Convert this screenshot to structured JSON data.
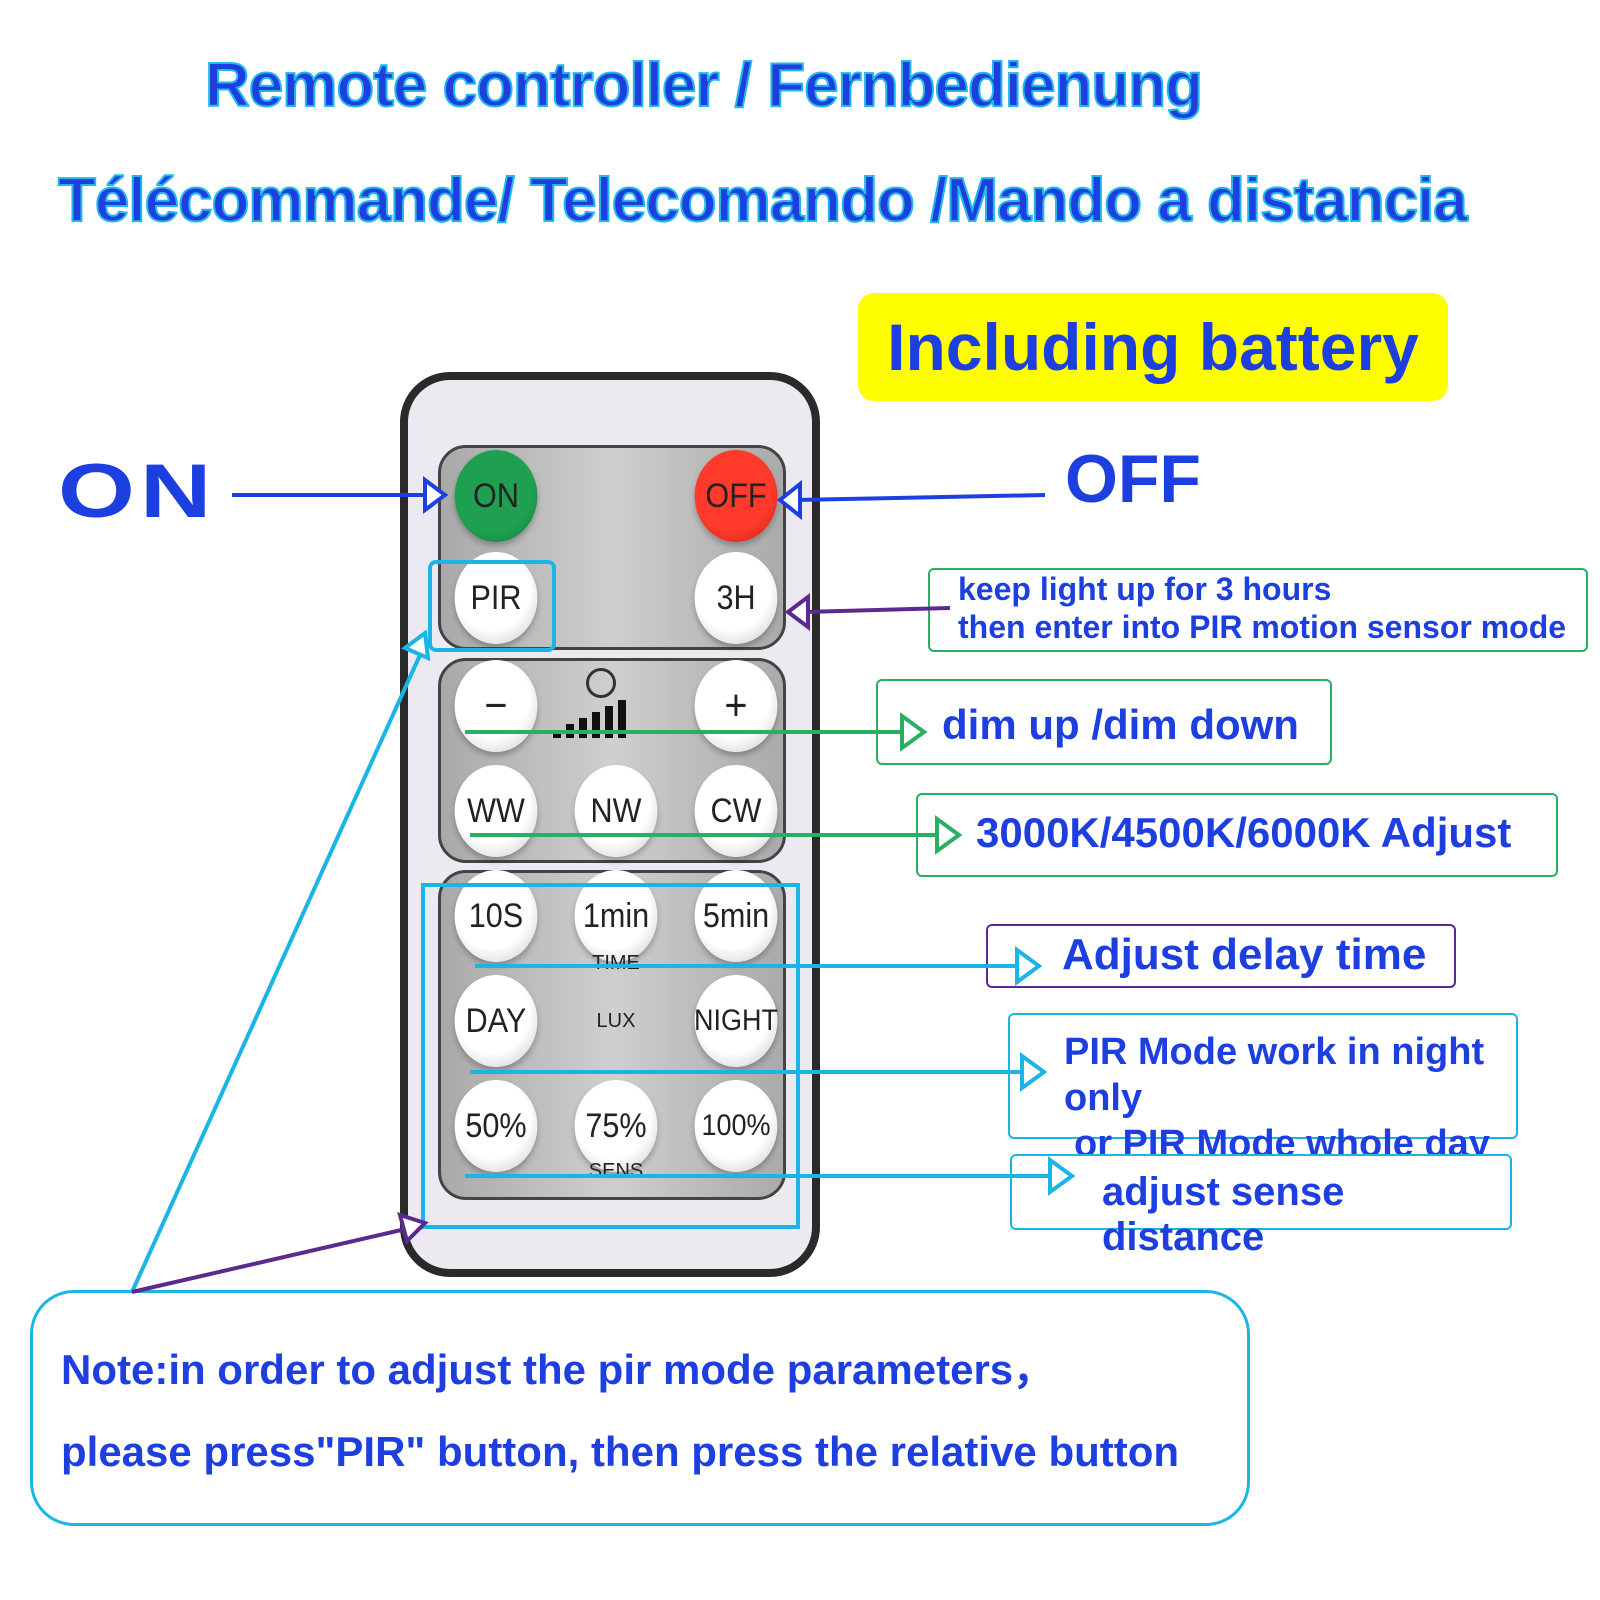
{
  "title_line1": "Remote controller / Fernbedienung",
  "title_line2": "Télécommande/ Telecomando /Mando a distancia",
  "badge": "Including battery",
  "on_label": "ON",
  "off_label": "OFF",
  "remote": {
    "buttons": {
      "on": "ON",
      "off": "OFF",
      "pir": "PIR",
      "3h": "3H",
      "minus": "−",
      "plus": "+",
      "ww": "WW",
      "nw": "NW",
      "cw": "CW",
      "10s": "10S",
      "1min": "1min",
      "5min": "5min",
      "day": "DAY",
      "night": "NIGHT",
      "50": "50%",
      "75": "75%",
      "100": "100%"
    },
    "labels": {
      "time": "TIME",
      "lux": "LUX",
      "sens": "SENS"
    },
    "icons": [
      "brightness-icon",
      "level-bars-icon"
    ]
  },
  "callouts": {
    "3h_line1": "keep light up for 3 hours",
    "3h_line2": "then enter into PIR motion sensor mode",
    "dim": "dim up /dim down",
    "cct": "3000K/4500K/6000K Adjust",
    "delay": "Adjust delay time",
    "lux_line1": "PIR Mode work in night only",
    "lux_line2": "or PIR Mode whole day",
    "sens": "adjust sense distance"
  },
  "note": {
    "line1": "Note:in order to adjust the pir mode parameters，",
    "line2": "please press\"PIR\" button, then press the relative button"
  },
  "colors": {
    "blue": "#1e3fe0",
    "cyan": "#1ab4e6",
    "green": "#2aae62",
    "purple": "#5b2a8f",
    "yellow": "#ffff00"
  }
}
